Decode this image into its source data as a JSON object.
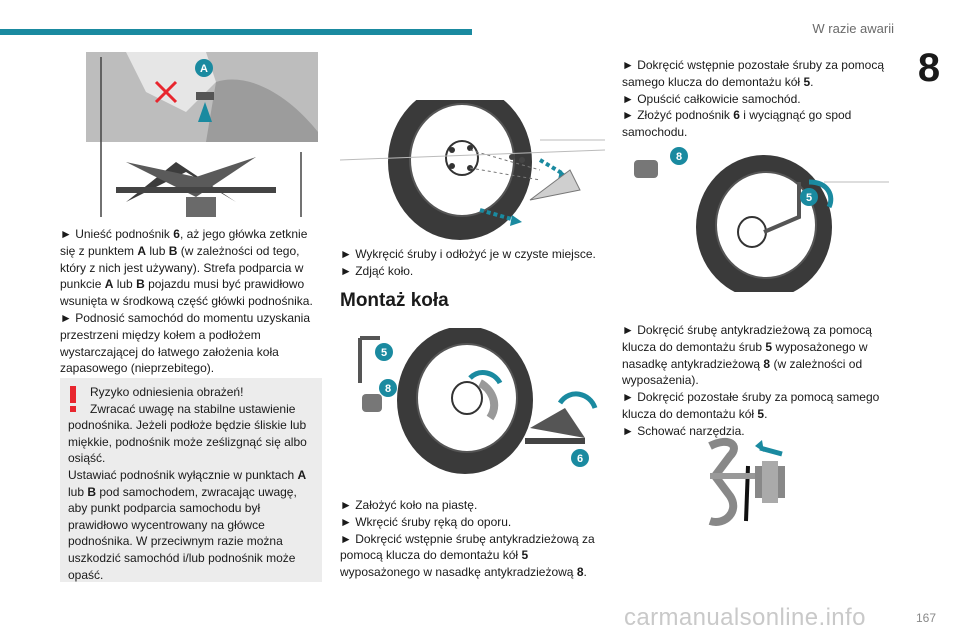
{
  "header": {
    "section_title": "W razie awarii",
    "chapter_number": "8"
  },
  "col1": {
    "p1": [
      "► Unieść podnośnik ",
      "6",
      ", aż jego główka zetknie się z punktem ",
      "A",
      " lub ",
      "B",
      " (w zależności od tego, który z nich jest używany). Strefa podparcia w punkcie ",
      "A",
      " lub ",
      "B",
      " pojazdu musi być prawidłowo wsunięta w środkową część główki podnośnika."
    ],
    "p2": "► Podnosić samochód do momentu uzyskania przestrzeni między kołem a podłożem wystarczającej do łatwego założenia koła zapasowego (nieprzebitego).",
    "warning": {
      "title": "Ryzyko odniesienia obrażeń!",
      "line1": "Zwracać uwagę na stabilne ustawienie",
      "body1": "podnośnika. Jeżeli podłoże będzie śliskie lub miękkie, podnośnik może ześlizgnąć się albo osiąść.",
      "body2": [
        "Ustawiać podnośnik wyłącznie w punktach ",
        "A",
        " lub ",
        "B",
        " pod samochodem, zwracając uwagę, aby punkt podparcia samochodu był prawidłowo wycentrowany na główce podnośnika. W przeciwnym razie można uszkodzić samochód i/lub podnośnik może opaść."
      ]
    }
  },
  "col2": {
    "p1": "► Wykręcić śruby i odłożyć je w czyste miejsce.",
    "p2": "► Zdjąć koło.",
    "heading": "Montaż koła",
    "p3": "► Założyć koło na piastę.",
    "p4": "► Wkręcić śruby ręką do oporu.",
    "p5": [
      "► Dokręcić wstępnie śrubę antykradzieżową za pomocą klucza do demontażu kół ",
      "5",
      " wyposażonego w nasadkę antykradzieżową ",
      "8",
      "."
    ]
  },
  "col3": {
    "p1": [
      "► Dokręcić wstępnie pozostałe śruby za pomocą samego klucza do demontażu kół ",
      "5",
      "."
    ],
    "p2": "► Opuścić całkowicie samochód.",
    "p3": [
      "► Złożyć podnośnik ",
      "6",
      " i wyciągnąć go spod samochodu."
    ],
    "p4": [
      "► Dokręcić śrubę antykradzieżową za pomocą klucza do demontażu śrub ",
      "5",
      " wyposażonego w nasadkę antykradzieżową ",
      "8",
      " (w zależności od wyposażenia)."
    ],
    "p5": [
      "► Dokręcić pozostałe śruby za pomocą samego klucza do demontażu kół ",
      "5",
      "."
    ],
    "p6": "► Schować narzędzia."
  },
  "labels": {
    "a": "A",
    "n5": "5",
    "n6": "6",
    "n8": "8"
  },
  "footer": {
    "page": "167",
    "watermark": "carmanualsonline.info"
  },
  "colors": {
    "accent": "#1a8aa0",
    "warning_red": "#e8262e",
    "badge": "#1a8aa0"
  }
}
